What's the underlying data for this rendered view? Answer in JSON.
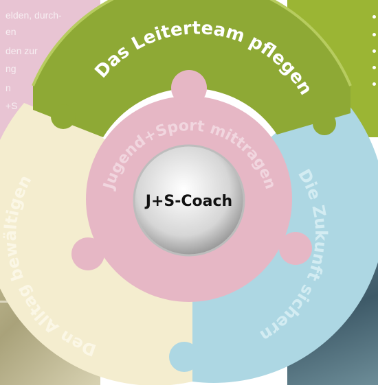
{
  "center": {
    "label": "J+S-Coach"
  },
  "segments": {
    "top": "Das Leiterteam pflegen",
    "inner": "Jugend+Sport mittragen",
    "right": "Die Zukunft sichern",
    "left": "Den Alltag bewältigen"
  },
  "left_card": {
    "lines": [
      "elden, durch-",
      "en",
      "den zur",
      "ng",
      "n",
      "+S"
    ]
  },
  "colors": {
    "green": "#8ea935",
    "pink": "#e6b7c5",
    "blue": "#add7e3",
    "cream": "#f4edcf",
    "center": "#c8c8c8"
  }
}
